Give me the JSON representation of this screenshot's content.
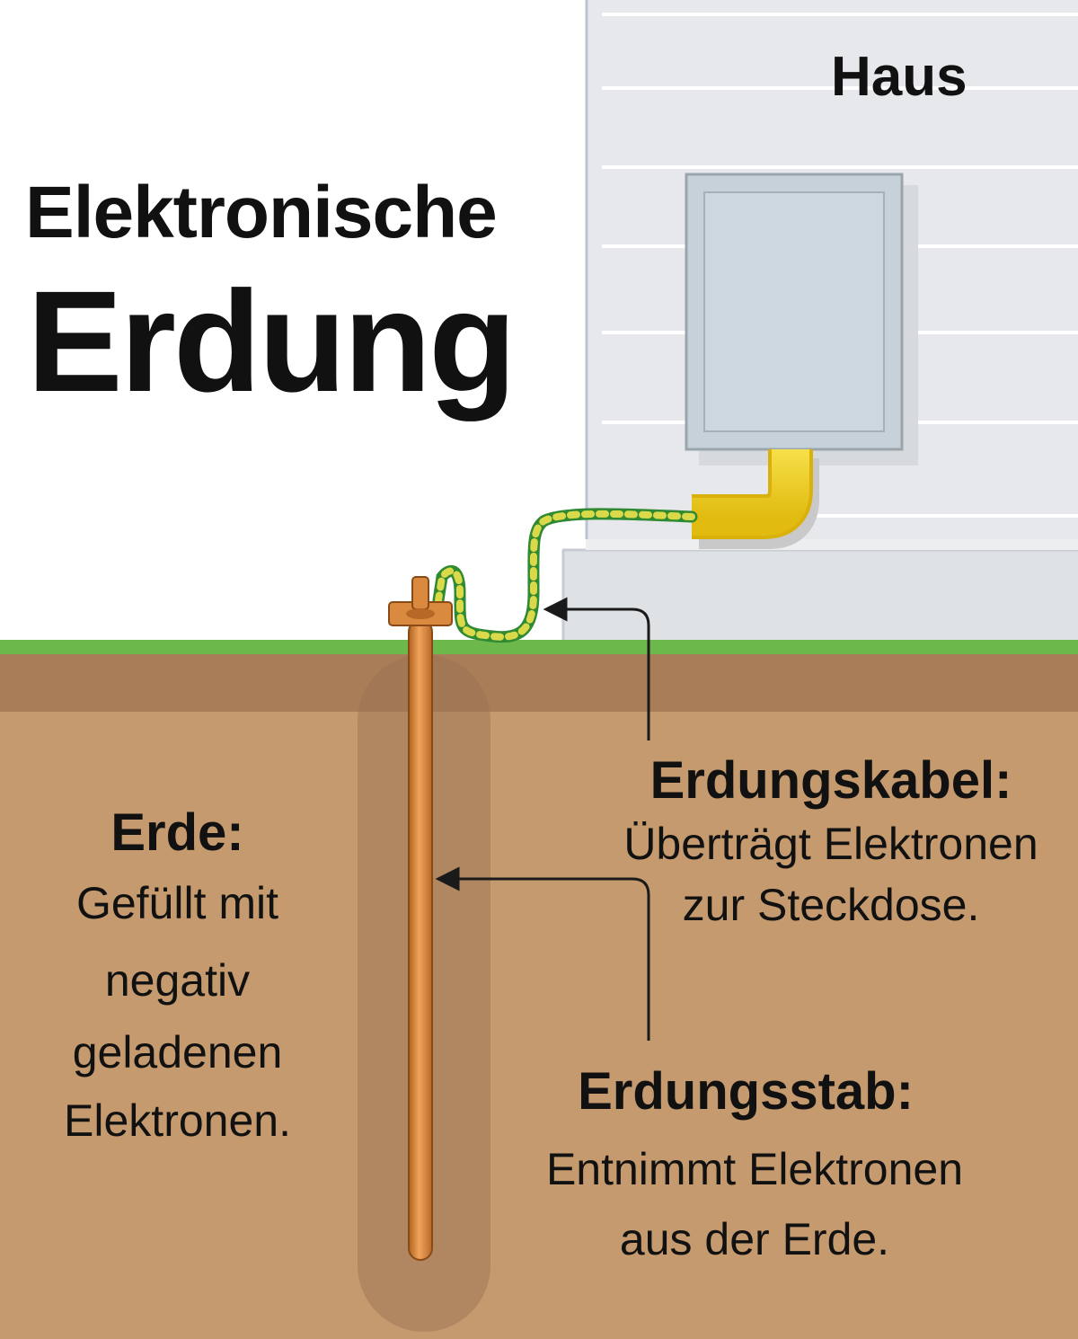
{
  "title": {
    "line1": "Elektronische",
    "line2": "Erdung"
  },
  "house": {
    "label": "Haus"
  },
  "earth": {
    "heading": "Erde:",
    "lines": [
      "Gefüllt mit",
      "negativ",
      "geladenen",
      "Elektronen."
    ]
  },
  "cable": {
    "heading": "Erdungskabel:",
    "lines": [
      "Überträgt Elektronen",
      "zur Steckdose."
    ]
  },
  "rod": {
    "heading": "Erdungsstab:",
    "lines": [
      "Entnimmt Elektronen",
      "aus der Erde."
    ]
  },
  "colors": {
    "wall": "#e6e8eb",
    "meter_box": "#c8d3db",
    "conduit": "#f2d21d",
    "cable_green": "#3a9a3a",
    "cable_yellow": "#d8d83a",
    "grass": "#6cb84a",
    "topsoil": "#a87d58",
    "soil": "#c49a6e",
    "copper": "#d98a3f"
  }
}
